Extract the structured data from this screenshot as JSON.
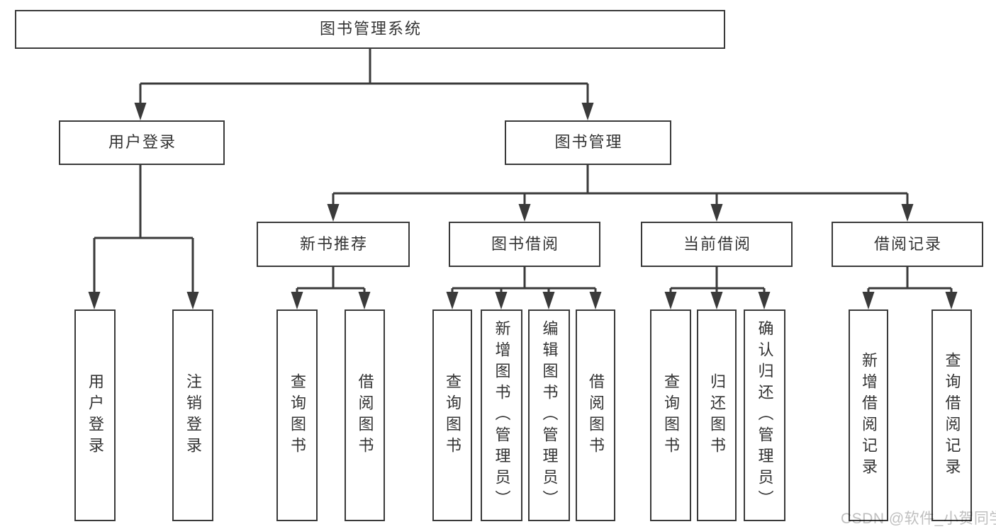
{
  "diagram": {
    "root": {
      "label": "图书管理系统"
    },
    "branches": [
      {
        "label": "用户登录",
        "children": [
          {
            "label": "用户登录"
          },
          {
            "label": "注销登录"
          }
        ]
      },
      {
        "label": "图书管理",
        "children": [
          {
            "label": "新书推荐",
            "children": [
              {
                "label": "查询图书"
              },
              {
                "label": "借阅图书"
              }
            ]
          },
          {
            "label": "图书借阅",
            "children": [
              {
                "label": "查询图书"
              },
              {
                "label": "新增图书（管理员）"
              },
              {
                "label": "编辑图书（管理员）"
              },
              {
                "label": "借阅图书"
              }
            ]
          },
          {
            "label": "当前借阅",
            "children": [
              {
                "label": "查询图书"
              },
              {
                "label": "归还图书"
              },
              {
                "label": "确认归还（管理员）"
              }
            ]
          },
          {
            "label": "借阅记录",
            "children": [
              {
                "label": "新增借阅记录"
              },
              {
                "label": "查询借阅记录"
              }
            ]
          }
        ]
      }
    ],
    "watermark": "CSDN @软件_小贺同学",
    "colors": {
      "line": "#3a3a3a",
      "text": "#333333",
      "box_background": "#ffffff",
      "watermark": "#a9a9a9"
    }
  }
}
